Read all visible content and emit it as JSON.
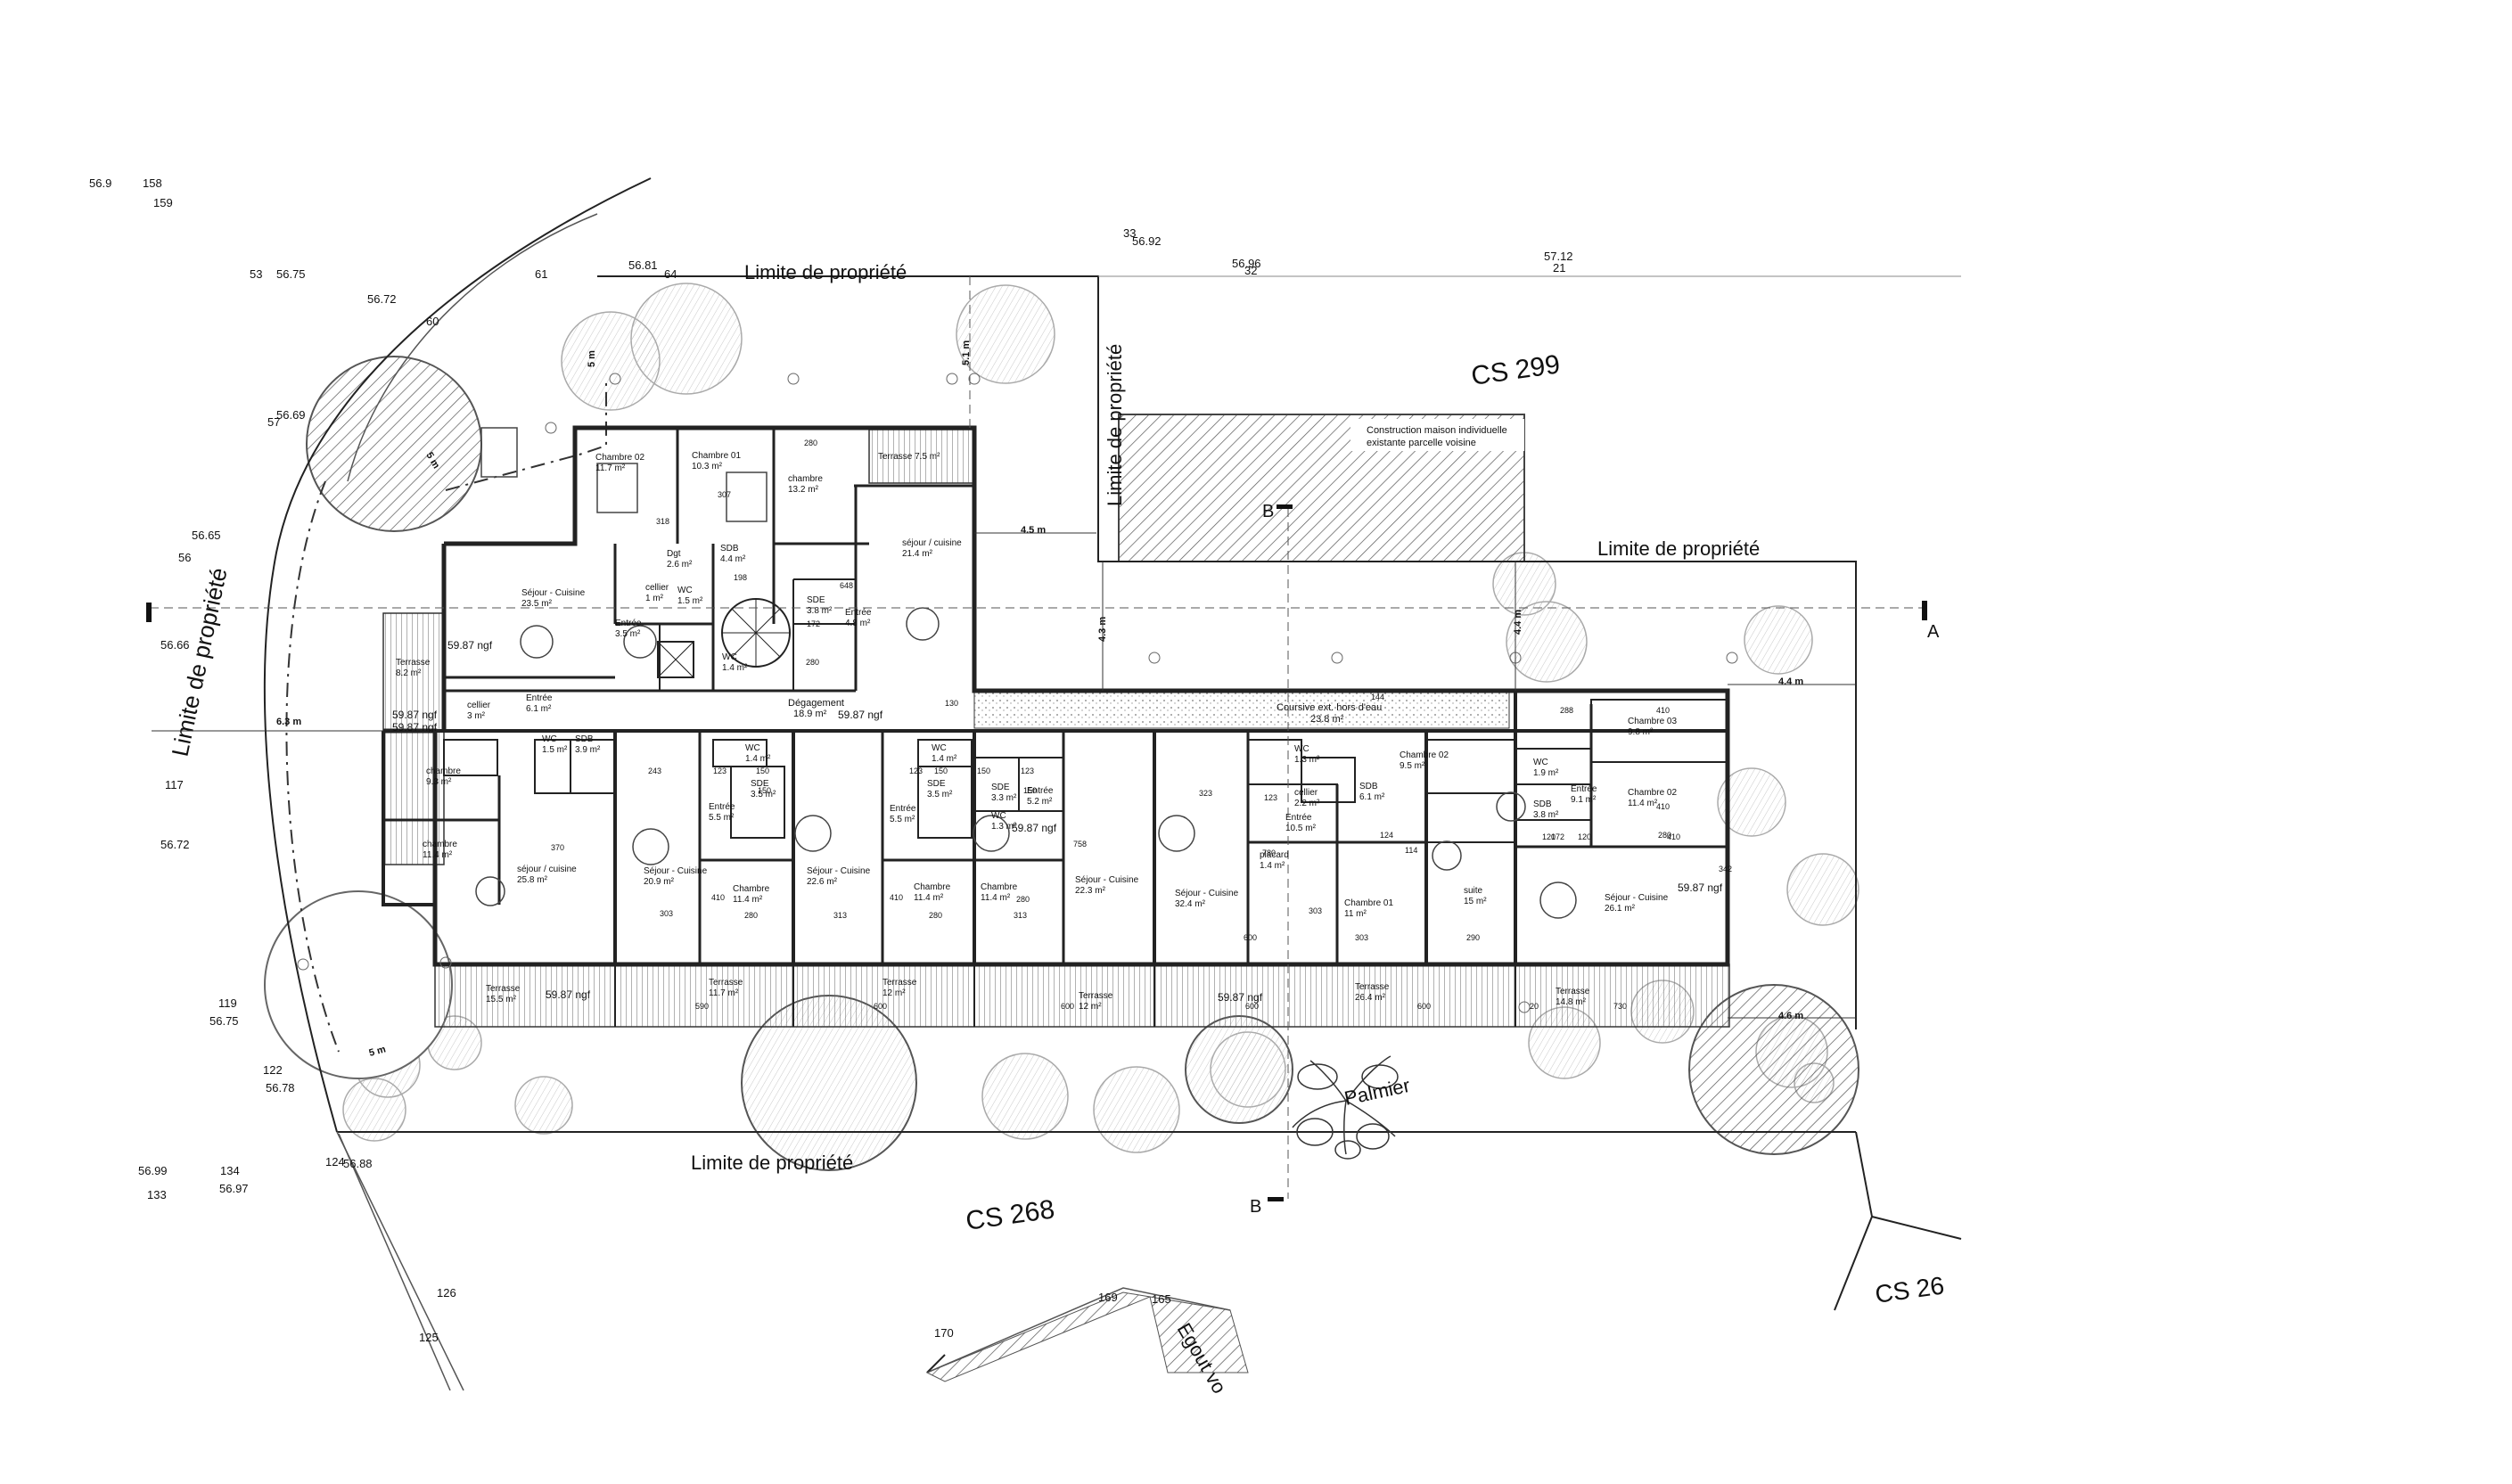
{
  "labels": {
    "prop_limit_top": "Limite de propriété",
    "prop_limit_mid": "Limite de propriété",
    "prop_limit_bottom": "Limite de propriété",
    "prop_limit_left": "Limite de propriété",
    "prop_limit_vertical": "Limite de propriété",
    "cs299": "CS 299",
    "cs268": "CS 268",
    "cs26": "CS 26",
    "neighbor_house": [
      "Construction maison individuelle",
      "existante parcelle voisine"
    ],
    "palm": "Palmier",
    "egout": "Egout vo",
    "section_a": "A",
    "section_b_top": "B",
    "section_b_bottom": "B",
    "coursive": [
      "Coursive ext. hors d'eau",
      "23.8 m²"
    ],
    "degagement": [
      "Dégagement",
      "18.9 m²"
    ]
  },
  "ngf_levels": [
    "59.87 ngf",
    "59.87 ngf",
    "59.87 ngf",
    "59.87 ngf",
    "59.87 ngf",
    "59.87 ngf",
    "59.87 ngf",
    "59.87 ngf"
  ],
  "dimensions": {
    "d5m_a": "5 m",
    "d5m_b": "5 m",
    "d5m_c": "5 m",
    "d51m": "5.1 m",
    "d45m": "4.5 m",
    "d43m": "4.3 m",
    "d44m_a": "4.4 m",
    "d44m_b": "4.4 m",
    "d63m": "6.3 m",
    "d46m": "4.6 m"
  },
  "rooms": [
    {
      "name": "Chambre 02",
      "area": "11.7 m²"
    },
    {
      "name": "Chambre 01",
      "area": "10.3 m²"
    },
    {
      "name": "chambre",
      "area": "13.2 m²"
    },
    {
      "name": "Terrasse 7.5 m²",
      "area": ""
    },
    {
      "name": "séjour / cuisine",
      "area": "21.4 m²"
    },
    {
      "name": "Séjour - Cuisine",
      "area": "23.5 m²"
    },
    {
      "name": "Dgt",
      "area": "2.6 m²"
    },
    {
      "name": "SDB",
      "area": "4.4 m²"
    },
    {
      "name": "cellier",
      "area": "1 m²"
    },
    {
      "name": "WC",
      "area": "1.5 m²"
    },
    {
      "name": "SDE",
      "area": "3.8 m²"
    },
    {
      "name": "Entrée",
      "area": "4.8 m²"
    },
    {
      "name": "Entrée",
      "area": "3.5 m²"
    },
    {
      "name": "WC",
      "area": "1.4 m²"
    },
    {
      "name": "Terrasse",
      "area": "8.2 m²"
    },
    {
      "name": "cellier",
      "area": "3 m²"
    },
    {
      "name": "Entrée",
      "area": "6.1 m²"
    },
    {
      "name": "WC",
      "area": "1.5 m²"
    },
    {
      "name": "SDB",
      "area": "3.9 m²"
    },
    {
      "name": "chambre",
      "area": "9.3 m²"
    },
    {
      "name": "chambre",
      "area": "11.4 m²"
    },
    {
      "name": "séjour / cuisine",
      "area": "25.8 m²"
    },
    {
      "name": "WC",
      "area": "1.4 m²"
    },
    {
      "name": "SDE",
      "area": "3.5 m²"
    },
    {
      "name": "Entrée",
      "area": "5.5 m²"
    },
    {
      "name": "Séjour - Cuisine",
      "area": "20.9 m²"
    },
    {
      "name": "Chambre",
      "area": "11.4 m²"
    },
    {
      "name": "Séjour - Cuisine",
      "area": "22.6 m²"
    },
    {
      "name": "WC",
      "area": "1.4 m²"
    },
    {
      "name": "SDE",
      "area": "3.5 m²"
    },
    {
      "name": "Entrée",
      "area": "5.5 m²"
    },
    {
      "name": "Chambre",
      "area": "11.4 m²"
    },
    {
      "name": "SDE",
      "area": "3.3 m²"
    },
    {
      "name": "WC",
      "area": "1.3 m²"
    },
    {
      "name": "Entrée",
      "area": "5.2 m²"
    },
    {
      "name": "Chambre",
      "area": "11.4 m²"
    },
    {
      "name": "Séjour - Cuisine",
      "area": "22.3 m²"
    },
    {
      "name": "Séjour - Cuisine",
      "area": "32.4 m²"
    },
    {
      "name": "WC",
      "area": "1.3 m²"
    },
    {
      "name": "cellier",
      "area": "2.2 m²"
    },
    {
      "name": "Entrée",
      "area": "10.5 m²"
    },
    {
      "name": "SDB",
      "area": "6.1 m²"
    },
    {
      "name": "placard",
      "area": "1.4 m²"
    },
    {
      "name": "Chambre 02",
      "area": "9.5 m²"
    },
    {
      "name": "Chambre 01",
      "area": "11 m²"
    },
    {
      "name": "suite",
      "area": "15 m²"
    },
    {
      "name": "WC",
      "area": "1.9 m²"
    },
    {
      "name": "Entrée",
      "area": "9.1 m²"
    },
    {
      "name": "SDB",
      "area": "3.8 m²"
    },
    {
      "name": "Chambre 03",
      "area": "9.8 m²"
    },
    {
      "name": "Chambre 02",
      "area": "11.4 m²"
    },
    {
      "name": "Séjour - Cuisine",
      "area": "26.1 m²"
    },
    {
      "name": "Terrasse",
      "area": "15.5 m²"
    },
    {
      "name": "Terrasse",
      "area": "11.7 m²"
    },
    {
      "name": "Terrasse",
      "area": "12 m²"
    },
    {
      "name": "Terrasse",
      "area": "12 m²"
    },
    {
      "name": "Terrasse",
      "area": "26.4 m²"
    },
    {
      "name": "Terrasse",
      "area": "14.8 m²"
    }
  ],
  "survey_points": [
    "158",
    "159",
    "56.9",
    "53",
    "56.75",
    "56.72",
    "60",
    "61",
    "64",
    "56.81",
    "57",
    "56.69",
    "56",
    "56.65",
    "56.66",
    "56.72",
    "117",
    "119",
    "56.75",
    "122",
    "56.78",
    "124",
    "56.88",
    "126",
    "125",
    "56.99",
    "56.97",
    "133",
    "134",
    "170",
    "169",
    "165",
    "33",
    "56.92",
    "56.96",
    "32",
    "57.12",
    "21"
  ],
  "room_dims": [
    "280",
    "307",
    "318",
    "198",
    "648",
    "172",
    "280",
    "243",
    "123",
    "150",
    "150",
    "123",
    "150",
    "150",
    "123",
    "150",
    "758",
    "323",
    "123",
    "780",
    "410",
    "303",
    "280",
    "313",
    "410",
    "280",
    "313",
    "280",
    "600",
    "303",
    "303",
    "290",
    "370",
    "410",
    "280",
    "410",
    "120",
    "410",
    "172",
    "120",
    "342",
    "288",
    "590",
    "600",
    "600",
    "600",
    "600",
    "20",
    "730",
    "114",
    "124",
    "144",
    "130"
  ]
}
